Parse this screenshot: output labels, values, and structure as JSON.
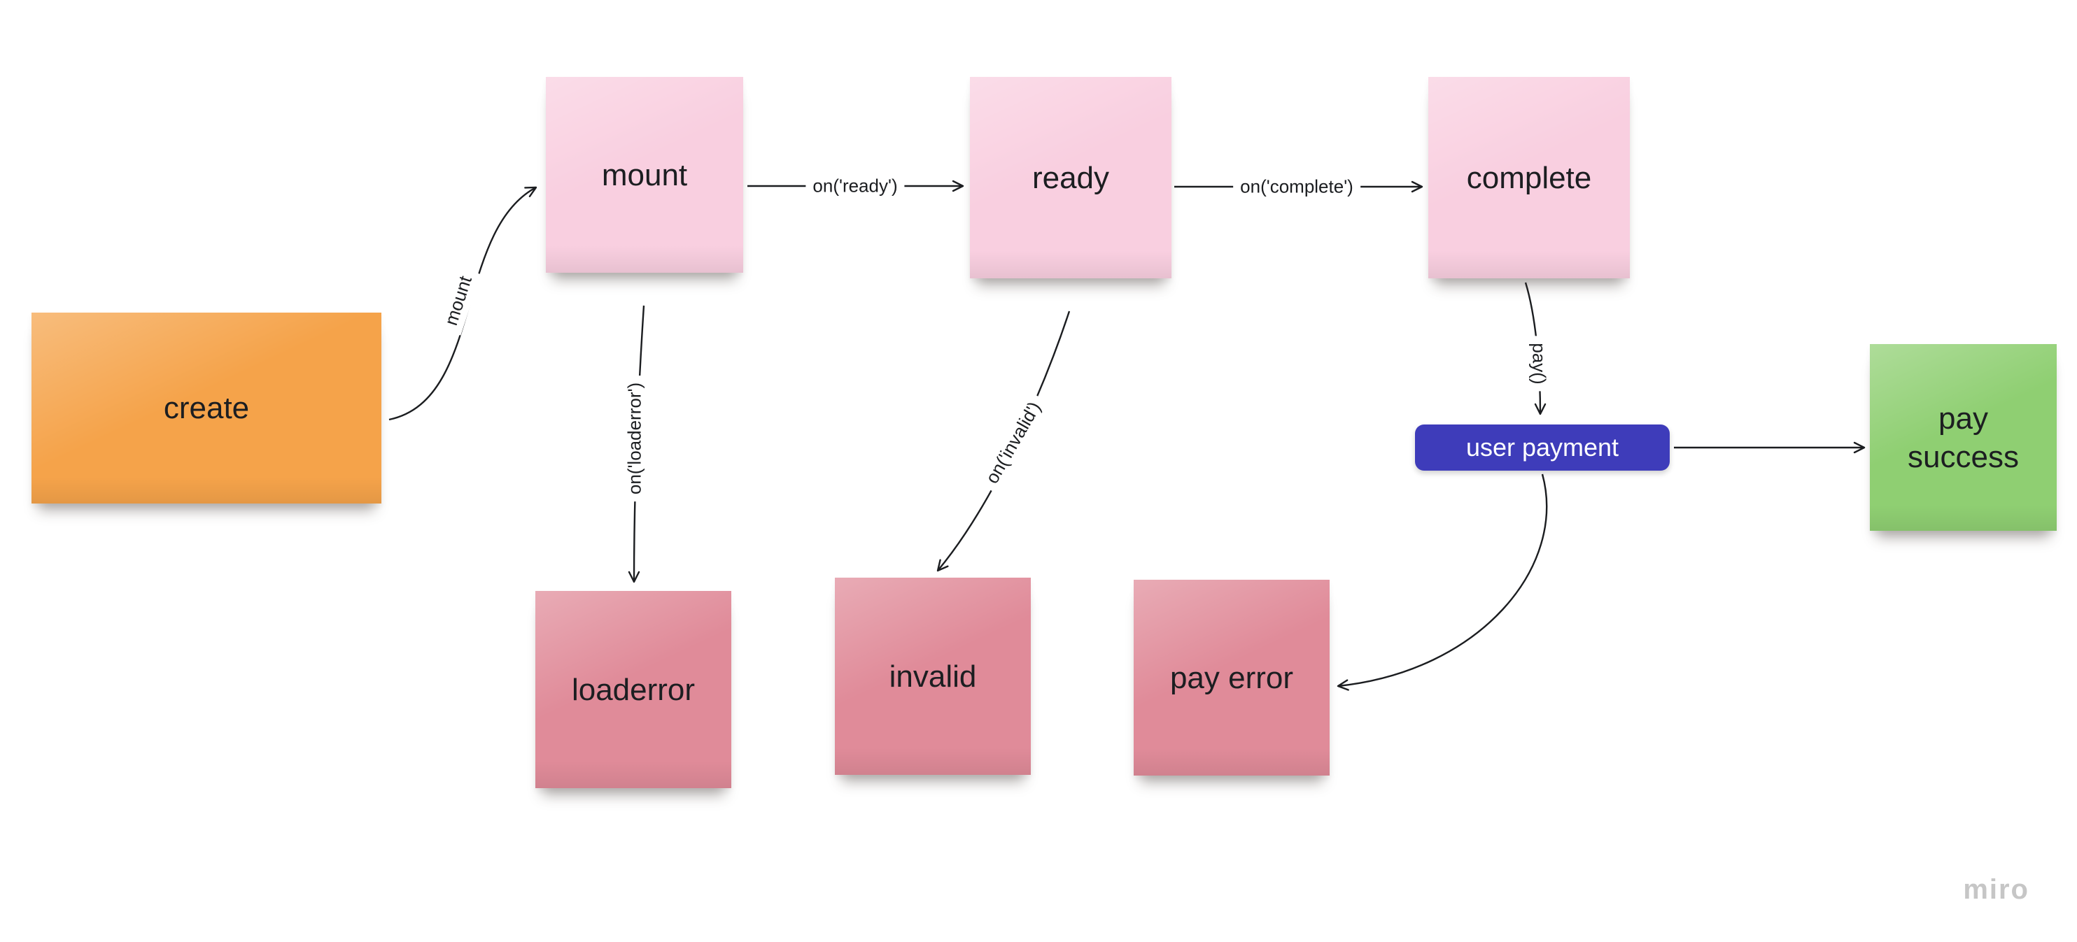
{
  "board": {
    "watermark": "miro",
    "background": "#ffffff",
    "connector_color": "#1b1d20"
  },
  "nodes": {
    "create": {
      "label": "create",
      "type": "sticky-note",
      "color": "#f5a34a"
    },
    "mount": {
      "label": "mount",
      "type": "sticky-note",
      "color": "#f9cfe0"
    },
    "ready": {
      "label": "ready",
      "type": "sticky-note",
      "color": "#f9cfe0"
    },
    "complete": {
      "label": "complete",
      "type": "sticky-note",
      "color": "#f9cfe0"
    },
    "loaderror": {
      "label": "loaderror",
      "type": "sticky-note",
      "color": "#e08b99"
    },
    "invalid": {
      "label": "invalid",
      "type": "sticky-note",
      "color": "#e08b99"
    },
    "pay_error": {
      "label": "pay error",
      "type": "sticky-note",
      "color": "#e08b99"
    },
    "pay_success": {
      "label": "pay success",
      "type": "sticky-note",
      "color": "#8fcf72"
    },
    "user_payment": {
      "label": "user payment",
      "type": "rounded-rectangle",
      "color": "#3e3cba",
      "text_color": "#ffffff"
    }
  },
  "connectors": [
    {
      "from": "create",
      "to": "mount",
      "label": "mount"
    },
    {
      "from": "mount",
      "to": "ready",
      "label": "on('ready')"
    },
    {
      "from": "ready",
      "to": "complete",
      "label": "on('complete')"
    },
    {
      "from": "mount",
      "to": "loaderror",
      "label": "on('loaderror')"
    },
    {
      "from": "ready",
      "to": "invalid",
      "label": "on('invalid')"
    },
    {
      "from": "complete",
      "to": "user_payment",
      "label": "pay()"
    },
    {
      "from": "user_payment",
      "to": "pay_success",
      "label": ""
    },
    {
      "from": "user_payment",
      "to": "pay_error",
      "label": ""
    }
  ]
}
